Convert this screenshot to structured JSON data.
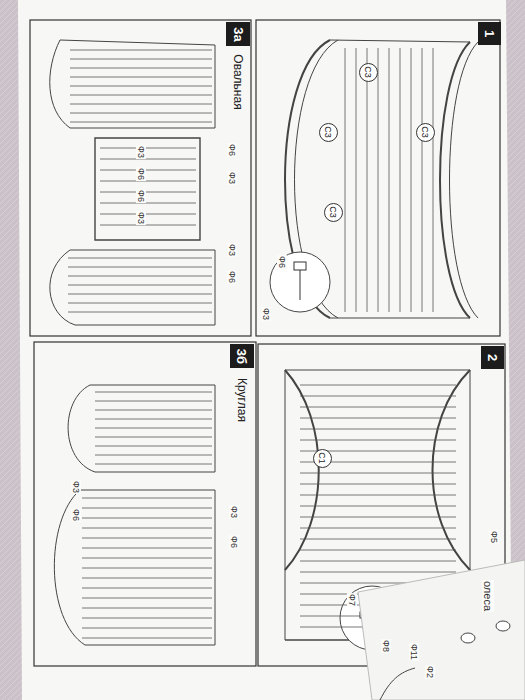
{
  "diagram": {
    "nodes": [
      {
        "text": [
          "1"
        ]
      },
      {
        "text": [
          "С3"
        ]
      },
      {
        "text": [
          "С3"
        ]
      },
      {
        "text": [
          "С3"
        ]
      },
      {
        "text": [
          "С3"
        ]
      },
      {
        "text": [
          "3а",
          "Овальная"
        ]
      },
      {
        "text": [
          "2"
        ]
      },
      {
        "text": [
          "С1"
        ]
      },
      {
        "text": [
          "3б",
          "Круглая"
        ]
      }
    ],
    "labels": [
      "Ф6",
      "Ф3",
      "Ф6",
      "Ф3",
      "Ф3",
      "Ф6",
      "Ф6",
      "Ф3",
      "Ф3",
      "Ф6",
      "Ф3",
      "Ф6",
      "Ф3",
      "Ф6",
      "Ф5",
      "Ф7",
      "Ф8",
      "олеса",
      "Ф11",
      "Ф2"
    ]
  }
}
